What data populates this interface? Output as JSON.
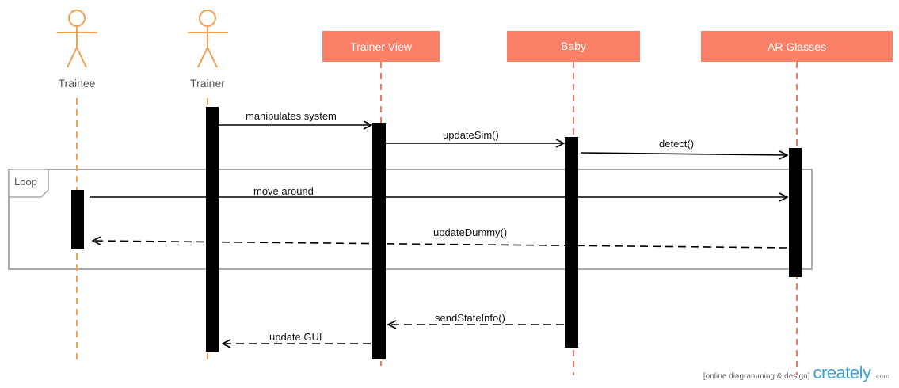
{
  "participants": [
    {
      "id": "trainee",
      "kind": "actor",
      "label": "Trainee"
    },
    {
      "id": "trainer",
      "kind": "actor",
      "label": "Trainer"
    },
    {
      "id": "trainer_view",
      "kind": "box",
      "label": "Trainer View"
    },
    {
      "id": "baby",
      "kind": "box",
      "label": "Baby"
    },
    {
      "id": "ar_glasses",
      "kind": "box",
      "label": "AR Glasses"
    }
  ],
  "fragment": {
    "label": "Loop"
  },
  "messages": [
    {
      "from": "trainer",
      "to": "trainer_view",
      "label": "manipulates system",
      "style": "solid"
    },
    {
      "from": "trainer_view",
      "to": "baby",
      "label": "updateSim()",
      "style": "solid"
    },
    {
      "from": "baby",
      "to": "ar_glasses",
      "label": "detect()",
      "style": "solid"
    },
    {
      "from": "trainee",
      "to": "ar_glasses",
      "label": "move around",
      "style": "solid"
    },
    {
      "from": "ar_glasses",
      "to": "trainee",
      "label": "updateDummy()",
      "style": "dashed"
    },
    {
      "from": "baby",
      "to": "trainer_view",
      "label": "sendStateInfo()",
      "style": "dashed"
    },
    {
      "from": "trainer_view",
      "to": "trainer",
      "label": "update GUI",
      "style": "dashed"
    }
  ],
  "colors": {
    "actor": "#f0a050",
    "box": "#fa8068",
    "lifeline_box": "#f07860",
    "activation": "#000000",
    "fragment_border": "#aaaaaa"
  },
  "footer": {
    "tagline": "[online diagramming & design]",
    "brand": "creately",
    "domain": ".com"
  }
}
